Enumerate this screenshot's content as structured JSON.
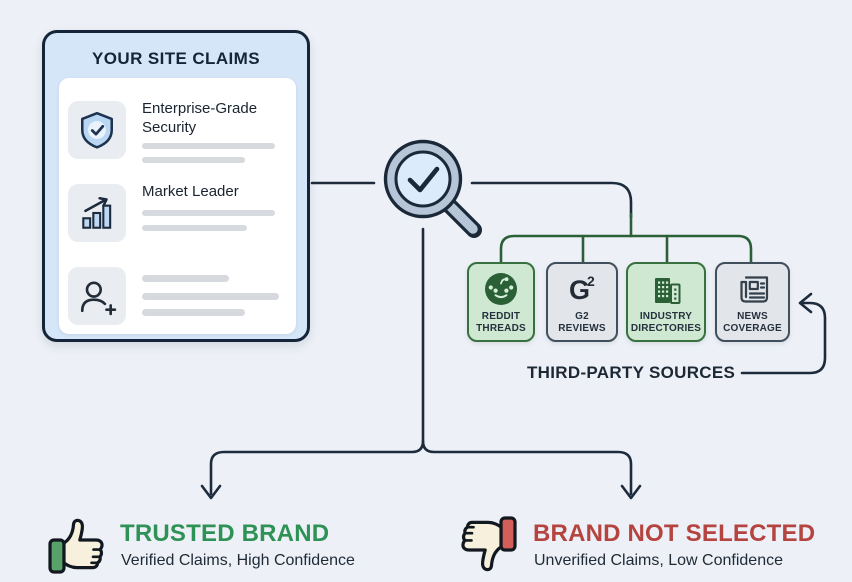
{
  "page": {
    "background": "#edf1f7"
  },
  "claims_card": {
    "title": "YOUR SITE CLAIMS",
    "items": [
      {
        "icon": "shield-check-icon",
        "title": "Enterprise-Grade Security",
        "placeholder_lines": 2
      },
      {
        "icon": "trend-chart-icon",
        "title": "Market Leader",
        "placeholder_lines": 2
      },
      {
        "icon": "add-user-icon",
        "title": "",
        "placeholder_lines": 3
      }
    ]
  },
  "verification": {
    "icon": "magnifier-check-icon"
  },
  "sources": {
    "label": "THIRD-PARTY SOURCES",
    "g2_logo": {
      "g": "G",
      "two": "2"
    },
    "boxes": [
      {
        "icon": "reddit-icon",
        "label": "REDDIT\nTHREADS",
        "variant": "green"
      },
      {
        "icon": "g2-icon",
        "label": "G2\nREVIEWS",
        "variant": "gray"
      },
      {
        "icon": "buildings-icon",
        "label": "INDUSTRY\nDIRECTORIES",
        "variant": "green"
      },
      {
        "icon": "newspaper-icon",
        "label": "NEWS\nCOVERAGE",
        "variant": "gray"
      }
    ]
  },
  "outcomes": {
    "trusted": {
      "icon": "thumbs-up-icon",
      "title": "TRUSTED BRAND",
      "subtitle": "Verified Claims, High Confidence",
      "accent": "#2e9155"
    },
    "rejected": {
      "icon": "thumbs-down-icon",
      "title": "BRAND NOT SELECTED",
      "subtitle": "Unverified Claims, Low Confidence",
      "accent": "#b5433f"
    }
  },
  "colors": {
    "card_bg": "#d5e6f8",
    "card_border": "#16243a",
    "line_navy": "#1d2b3d",
    "line_green": "#2a5f38",
    "source_green_bg": "#cfe8d2",
    "source_green_border": "#38703f",
    "source_gray_bg": "#e2e5e9",
    "source_gray_border": "#414e5b",
    "thumb_up_cuff": "#58a269",
    "thumb_down_cuff": "#d45f5a"
  }
}
